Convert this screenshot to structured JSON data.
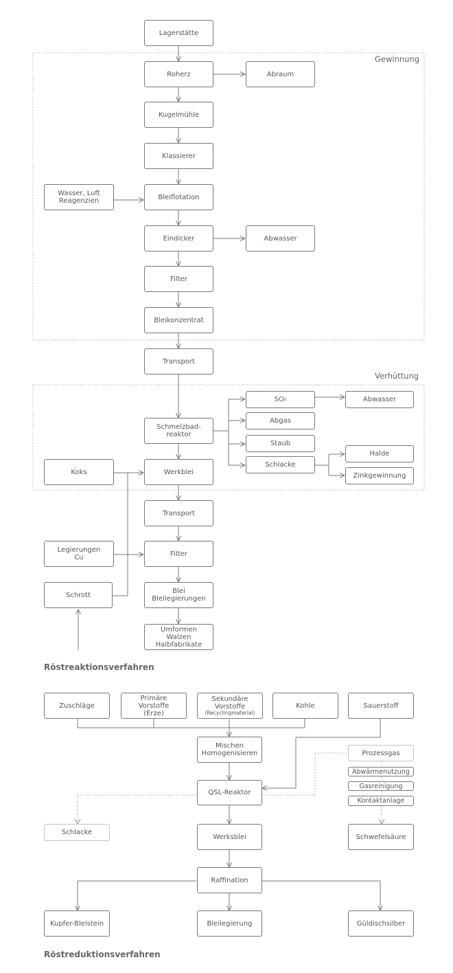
{
  "regions": {
    "gewinnung": "Gewinnung",
    "verhuettung": "Verhüttung"
  },
  "roestreaktion": {
    "title": "Röstreaktionsverfahren",
    "lagerstaette": "Lagerstätte",
    "roherz": "Roherz",
    "abraum": "Abraum",
    "kugelmuehle": "Kugelmühle",
    "klassierer": "Klassierer",
    "wasser_luft": "Wasser, Luft\nReagenzien",
    "bleiflotation": "Bleiflotation",
    "eindicker": "Eindicker",
    "abwasser1": "Abwasser",
    "filter1": "Filter",
    "bleikonzentrat": "Bleikonzentrat",
    "transport1": "Transport",
    "schmelzbad": "Schmelzbad-\nreaktor",
    "so2_main": "SO",
    "so2_sub": "2",
    "abwasser2": "Abwasser",
    "abgas": "Abgas",
    "staub": "Staub",
    "schlacke1": "Schlacke",
    "halde": "Halde",
    "zinkgewinnung": "Zinkgewinnung",
    "koks": "Koks",
    "werkblei": "Werkblei",
    "transport2": "Transport",
    "legierungen": "Legierungen\nCu",
    "filter2": "Filter",
    "schrott": "Schrott",
    "blei": "Blei\nBleilegierungen",
    "umformen": "Umformen\nWalzen\nHalbfabrikate"
  },
  "roestreduktion": {
    "title": "Röstreduktionsverfahren",
    "zuschlaege": "Zuschläge",
    "primaere": "Primäre\nVorstoffe\n(Erze)",
    "sekundaere": "Sekundäre\nVorstoffe",
    "recycling": "(Recyclingmaterial)",
    "kohle": "Kohle",
    "sauerstoff": "Sauerstoff",
    "mischen": "Mischen\nHomogenisieren",
    "prozessgas": "Prozessgas",
    "abwaerme": "Abwärmenutzung",
    "gasreinigung": "Gasreinigung",
    "kontaktanlage": "Kontaktanlage",
    "qsl": "QSL-Reaktor",
    "schlacke2": "Schlacke",
    "werksblei": "Werksblei",
    "schwefelsaeure": "Schwefelsäure",
    "raffination": "Raffination",
    "kupfer": "Kupfer-Bleistein",
    "bleilegierung": "Bleilegierung",
    "gueldisch": "Güldischsilber"
  }
}
